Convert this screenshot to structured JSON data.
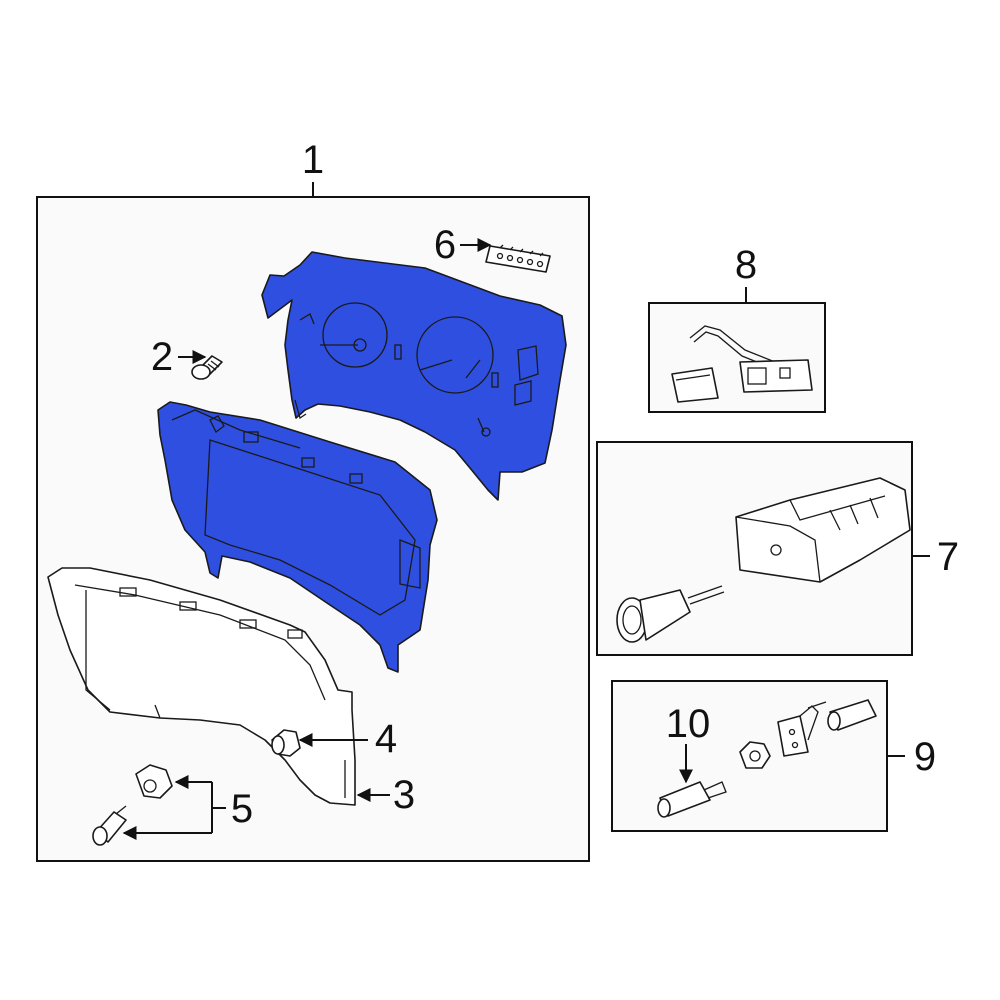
{
  "diagram": {
    "highlight_color": "#2f4fe0",
    "outline_color": "#1a1a1a",
    "callouts": {
      "c1": "1",
      "c2": "2",
      "c3": "3",
      "c4": "4",
      "c5": "5",
      "c6": "6",
      "c7": "7",
      "c8": "8",
      "c9": "9",
      "c10": "10"
    }
  }
}
